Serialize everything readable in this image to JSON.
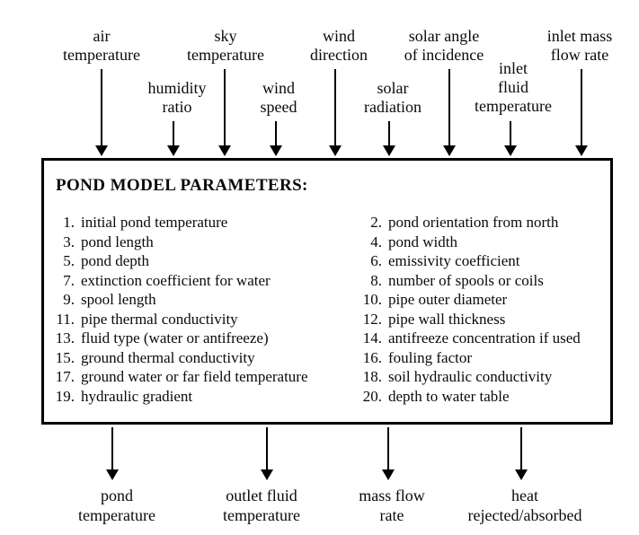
{
  "diagram": {
    "colors": {
      "ink": "#000000",
      "background": "#ffffff"
    },
    "inputs": [
      {
        "id": "air-temperature",
        "lines": [
          "air",
          "temperature"
        ]
      },
      {
        "id": "humidity-ratio",
        "lines": [
          "humidity",
          "ratio"
        ]
      },
      {
        "id": "sky-temperature",
        "lines": [
          "sky",
          "temperature"
        ]
      },
      {
        "id": "wind-speed",
        "lines": [
          "wind",
          "speed"
        ]
      },
      {
        "id": "wind-direction",
        "lines": [
          "wind",
          "direction"
        ]
      },
      {
        "id": "solar-radiation",
        "lines": [
          "solar",
          "radiation"
        ]
      },
      {
        "id": "solar-angle-of-incidence",
        "lines": [
          "solar angle",
          "of incidence"
        ]
      },
      {
        "id": "inlet-fluid-temperature",
        "lines": [
          "inlet",
          "fluid",
          "temperature"
        ]
      },
      {
        "id": "inlet-mass-flow-rate",
        "lines": [
          "inlet mass",
          "flow rate"
        ]
      }
    ],
    "box": {
      "title": "POND MODEL PARAMETERS:",
      "left_items": [
        {
          "n": "1.",
          "t": "initial pond temperature"
        },
        {
          "n": "3.",
          "t": "pond length"
        },
        {
          "n": "5.",
          "t": "pond depth"
        },
        {
          "n": "7.",
          "t": "extinction coefficient for water"
        },
        {
          "n": "9.",
          "t": "spool length"
        },
        {
          "n": "11.",
          "t": "pipe thermal conductivity"
        },
        {
          "n": "13.",
          "t": "fluid type (water or antifreeze)"
        },
        {
          "n": "15.",
          "t": "ground thermal conductivity"
        },
        {
          "n": "17.",
          "t": "ground water or far field temperature"
        },
        {
          "n": "19.",
          "t": "hydraulic gradient"
        }
      ],
      "right_items": [
        {
          "n": "2.",
          "t": "pond orientation from north"
        },
        {
          "n": "4.",
          "t": "pond width"
        },
        {
          "n": "6.",
          "t": "emissivity coefficient"
        },
        {
          "n": "8.",
          "t": "number of spools or coils"
        },
        {
          "n": "10.",
          "t": "pipe outer diameter"
        },
        {
          "n": "12.",
          "t": "pipe wall thickness"
        },
        {
          "n": "14.",
          "t": "antifreeze concentration if used"
        },
        {
          "n": "16.",
          "t": "fouling factor"
        },
        {
          "n": "18.",
          "t": "soil hydraulic conductivity"
        },
        {
          "n": "20.",
          "t": "depth to water table"
        }
      ]
    },
    "outputs": [
      {
        "id": "pond-temperature",
        "lines": [
          "pond",
          "temperature"
        ]
      },
      {
        "id": "outlet-fluid-temperature",
        "lines": [
          "outlet fluid",
          "temperature"
        ]
      },
      {
        "id": "mass-flow-rate",
        "lines": [
          "mass flow",
          "rate"
        ]
      },
      {
        "id": "heat-rejected-absorbed",
        "lines": [
          "heat",
          "rejected/absorbed"
        ]
      }
    ]
  }
}
